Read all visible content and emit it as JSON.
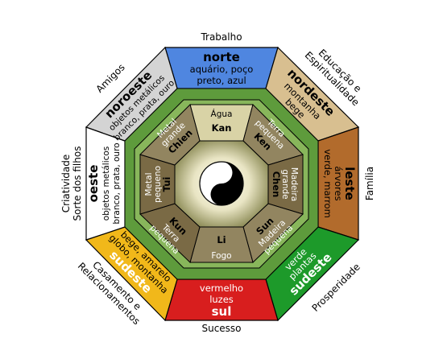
{
  "outer_labels": {
    "n": "Trabalho",
    "ne": [
      "Educação e",
      "Espiritualidade"
    ],
    "e": "Família",
    "se": "Prosperidade",
    "s": "Sucesso",
    "sw": [
      "Casamento e",
      "Relacionamentos"
    ],
    "w": [
      "Criatividade",
      "Sorte dos filhos"
    ],
    "nw": "Amigos"
  },
  "directions": {
    "norte": {
      "title": "norte",
      "line1": "aquário, poço",
      "line2": "preto, azul",
      "color": "#4f86e0"
    },
    "nordeste": {
      "title": "nordeste",
      "line1": "montanha",
      "line2": "bege",
      "color": "#d8bf90"
    },
    "leste": {
      "title": "leste",
      "line1": "árvores",
      "line2": "verde, marrom",
      "color": "#b26b2c"
    },
    "sudeste": {
      "title": "sudeste",
      "line1": "verde",
      "line2": "plantas",
      "color": "#1d9a2a"
    },
    "sul": {
      "title": "sul",
      "line1": "vermelho",
      "line2": "luzes",
      "color": "#d81e1e"
    },
    "sudoeste": {
      "title": "sudeste",
      "line1": "bege, amarelo",
      "line2": "globo, montanha",
      "color": "#f1b81a"
    },
    "oeste": {
      "title": "oeste",
      "line1": "objetos metálicos",
      "line2": "branco, prata, ouro",
      "color": "#ffffff"
    },
    "noroeste": {
      "title": "noroeste",
      "line1": "objetos metálicos",
      "line2": "branco, prata, ouro",
      "color": "#d4d4d4"
    }
  },
  "trigrams": {
    "n": {
      "name": "Kan",
      "l1": "Água",
      "l2": ""
    },
    "ne": {
      "name": "Ken",
      "l1": "Terra",
      "l2": "pequena"
    },
    "e": {
      "name": "Chen",
      "l1": "Madeira",
      "l2": "grande"
    },
    "se": {
      "name": "Sun",
      "l1": "Madeira",
      "l2": "pequena"
    },
    "s": {
      "name": "Li",
      "l1": "Fogo",
      "l2": ""
    },
    "sw": {
      "name": "Kun",
      "l1": "Terra",
      "l2": "pequena"
    },
    "w": {
      "name": "Tui",
      "l1": "Metal",
      "l2": "pequeno"
    },
    "nw": {
      "name": "Chien",
      "l1": "Metal",
      "l2": "grande"
    }
  }
}
